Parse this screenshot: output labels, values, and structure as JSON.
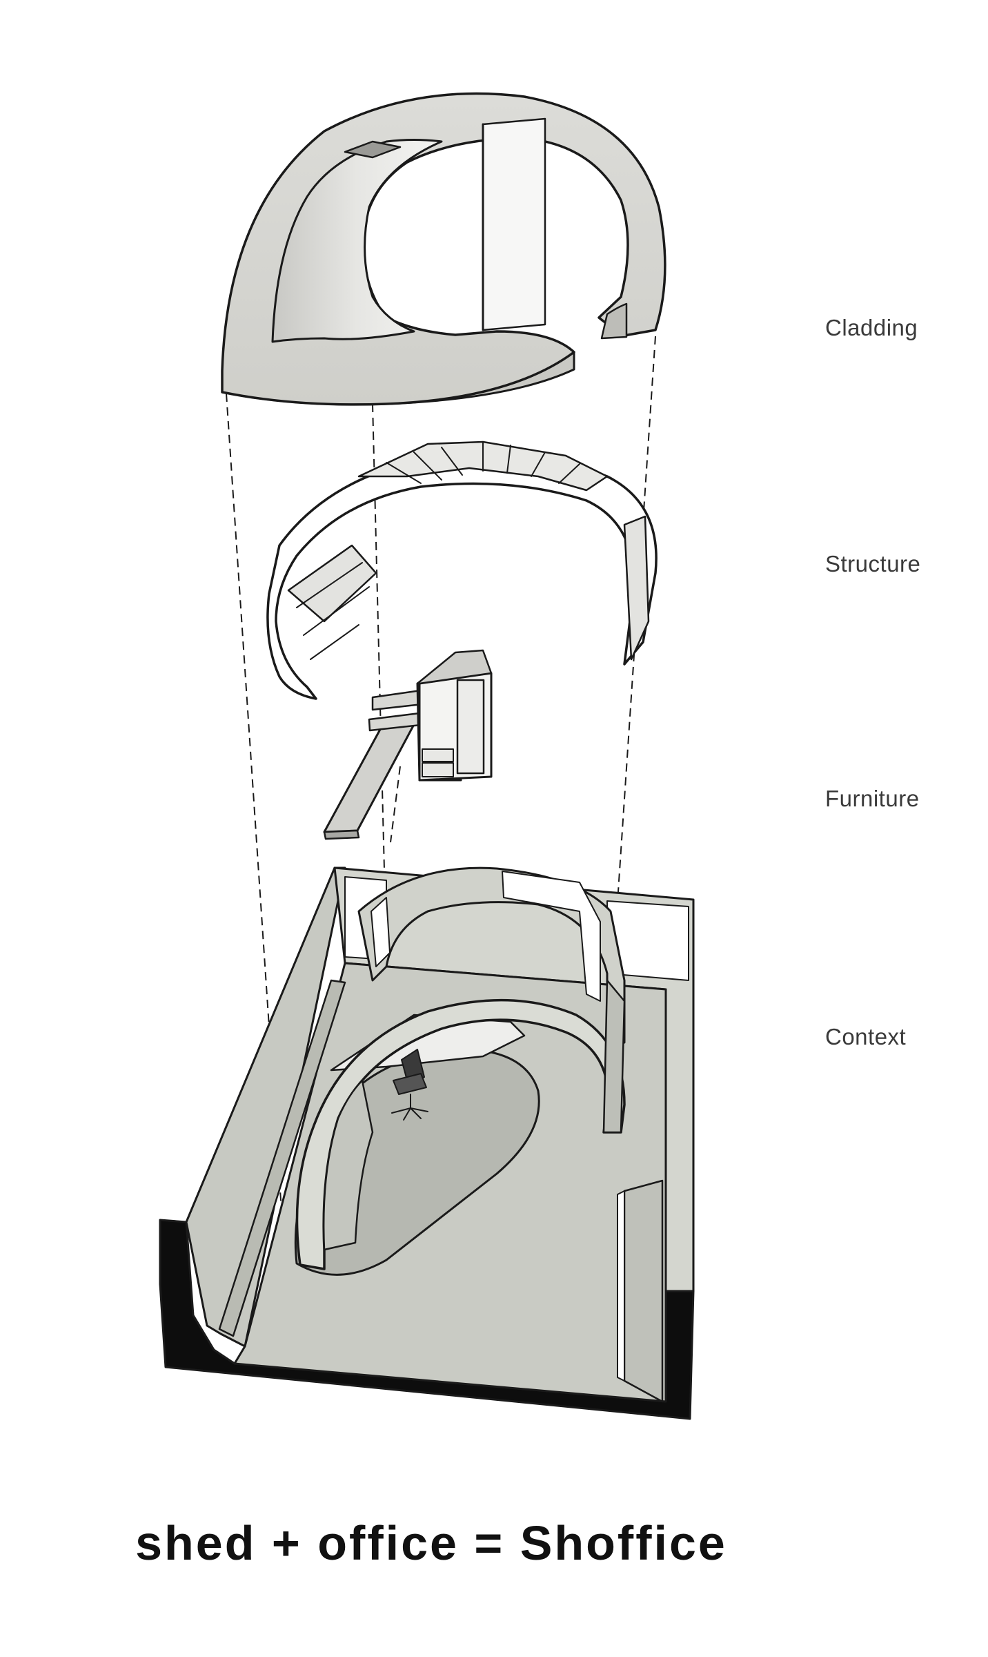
{
  "layers": {
    "cladding": "Cladding",
    "structure": "Structure",
    "furniture": "Furniture",
    "context": "Context"
  },
  "caption": "shed + office = Shoffice",
  "colors": {
    "line": "#1a1a1a",
    "panel": "#d6d6d2",
    "panel_dark": "#b9b9b4",
    "floor": "#c9cbc4",
    "wall_section": "#0d0d0d"
  }
}
